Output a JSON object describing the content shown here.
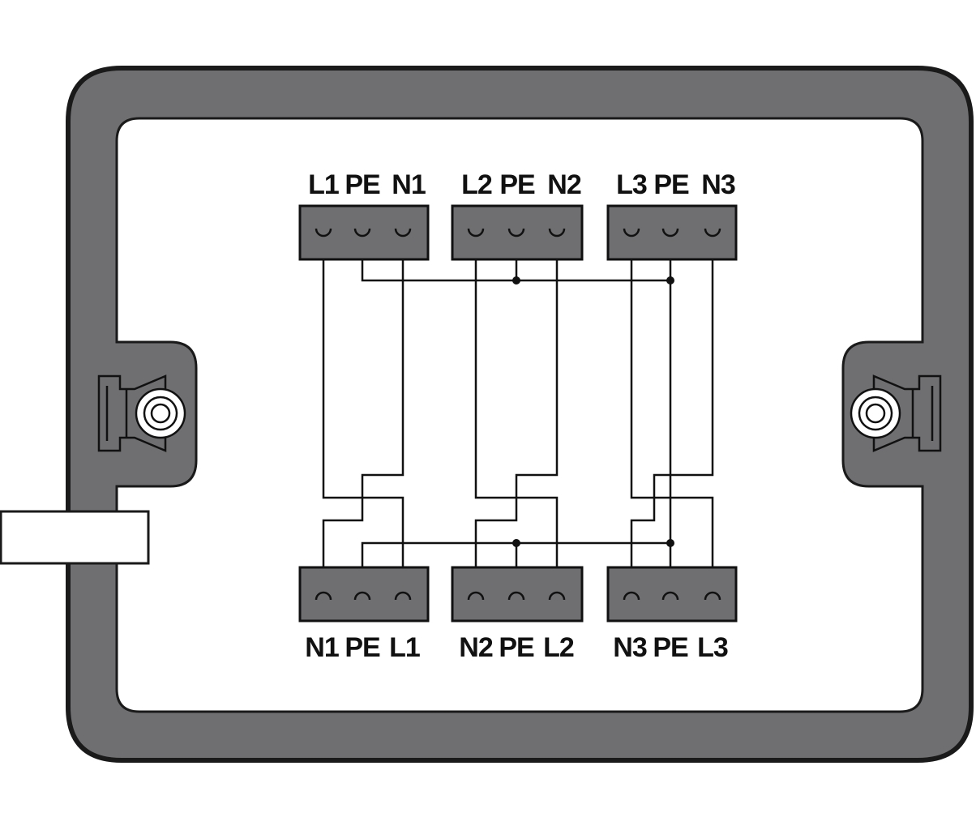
{
  "top_connectors": [
    {
      "labels": [
        "L1",
        "PE",
        "N1"
      ]
    },
    {
      "labels": [
        "L2",
        "PE",
        "N2"
      ]
    },
    {
      "labels": [
        "L3",
        "PE",
        "N3"
      ]
    }
  ],
  "bottom_connectors": [
    {
      "labels": [
        "N1",
        "PE",
        "L1"
      ]
    },
    {
      "labels": [
        "N2",
        "PE",
        "L2"
      ]
    },
    {
      "labels": [
        "N3",
        "PE",
        "L3"
      ]
    }
  ],
  "colors": {
    "housing": "#6f6f72",
    "line": "#111111",
    "background": "#ffffff"
  }
}
